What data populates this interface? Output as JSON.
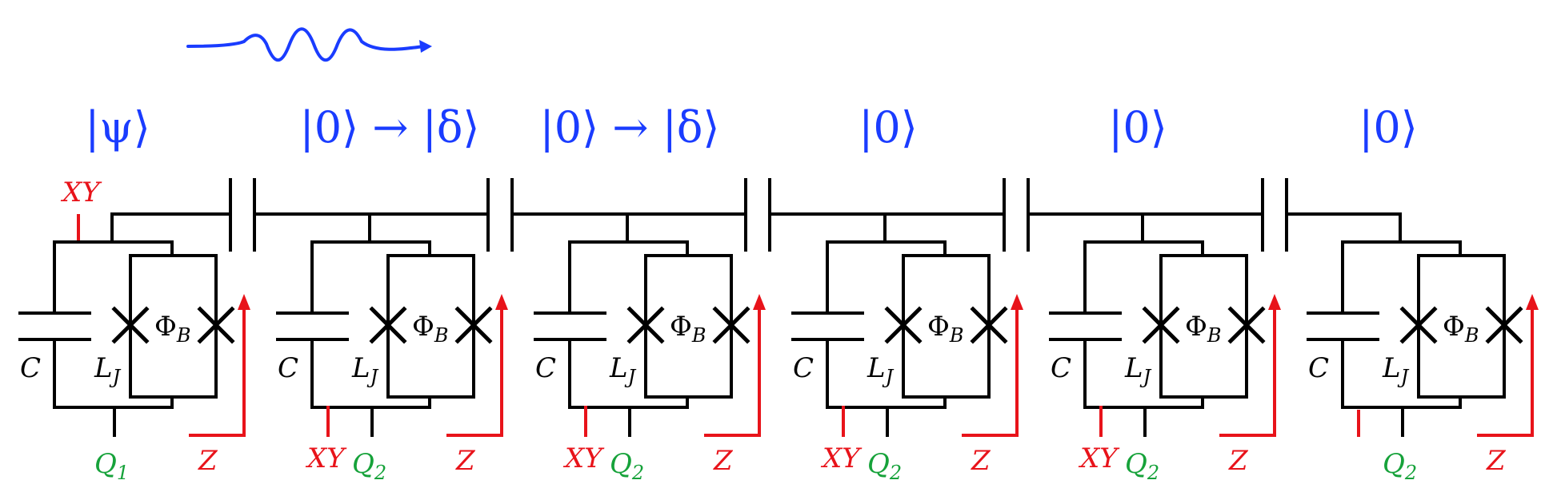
{
  "pulse": {
    "color": "#1a3cff",
    "icon": "microwave-pulse-icon"
  },
  "state_labels": [
    "|ψ⟩",
    "|0⟩ → |δ⟩",
    "|0⟩ → |δ⟩",
    "|0⟩",
    "|0⟩",
    "|0⟩"
  ],
  "top_xy_label": "XY",
  "qubits": [
    {
      "c": "C",
      "lj": "L",
      "lj_sub": "J",
      "phi": "Φ",
      "phi_sub": "B",
      "xy": "",
      "q": "Q",
      "q_sub": "1",
      "z": "Z"
    },
    {
      "c": "C",
      "lj": "L",
      "lj_sub": "J",
      "phi": "Φ",
      "phi_sub": "B",
      "xy": "XY",
      "q": "Q",
      "q_sub": "2",
      "z": "Z"
    },
    {
      "c": "C",
      "lj": "L",
      "lj_sub": "J",
      "phi": "Φ",
      "phi_sub": "B",
      "xy": "XY",
      "q": "Q",
      "q_sub": "2",
      "z": "Z"
    },
    {
      "c": "C",
      "lj": "L",
      "lj_sub": "J",
      "phi": "Φ",
      "phi_sub": "B",
      "xy": "XY",
      "q": "Q",
      "q_sub": "2",
      "z": "Z"
    },
    {
      "c": "C",
      "lj": "L",
      "lj_sub": "J",
      "phi": "Φ",
      "phi_sub": "B",
      "xy": "XY",
      "q": "Q",
      "q_sub": "2",
      "z": "Z"
    },
    {
      "c": "C",
      "lj": "L",
      "lj_sub": "J",
      "phi": "Φ",
      "phi_sub": "B",
      "xy": "",
      "q": "Q",
      "q_sub": "2",
      "z": "Z"
    }
  ],
  "colors": {
    "wire": "#000000",
    "control": "#e8131a",
    "qubit_label": "#16a23a",
    "state": "#1a3cff"
  }
}
